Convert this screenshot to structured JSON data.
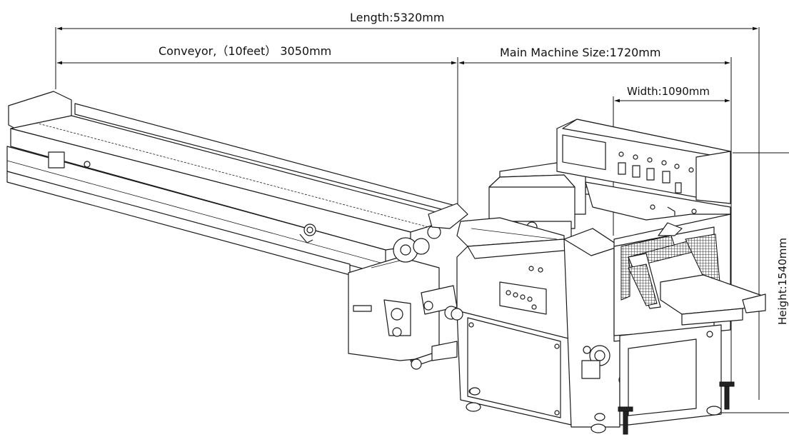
{
  "dimensions": {
    "length": "Length:5320mm",
    "conveyor": "Conveyor,（10feet） 3050mm",
    "main_machine": "Main Machine Size:1720mm",
    "width": "Width:1090mm",
    "height": "Height:1540mm"
  },
  "colors": {
    "line": "#111111",
    "background": "#ffffff"
  }
}
